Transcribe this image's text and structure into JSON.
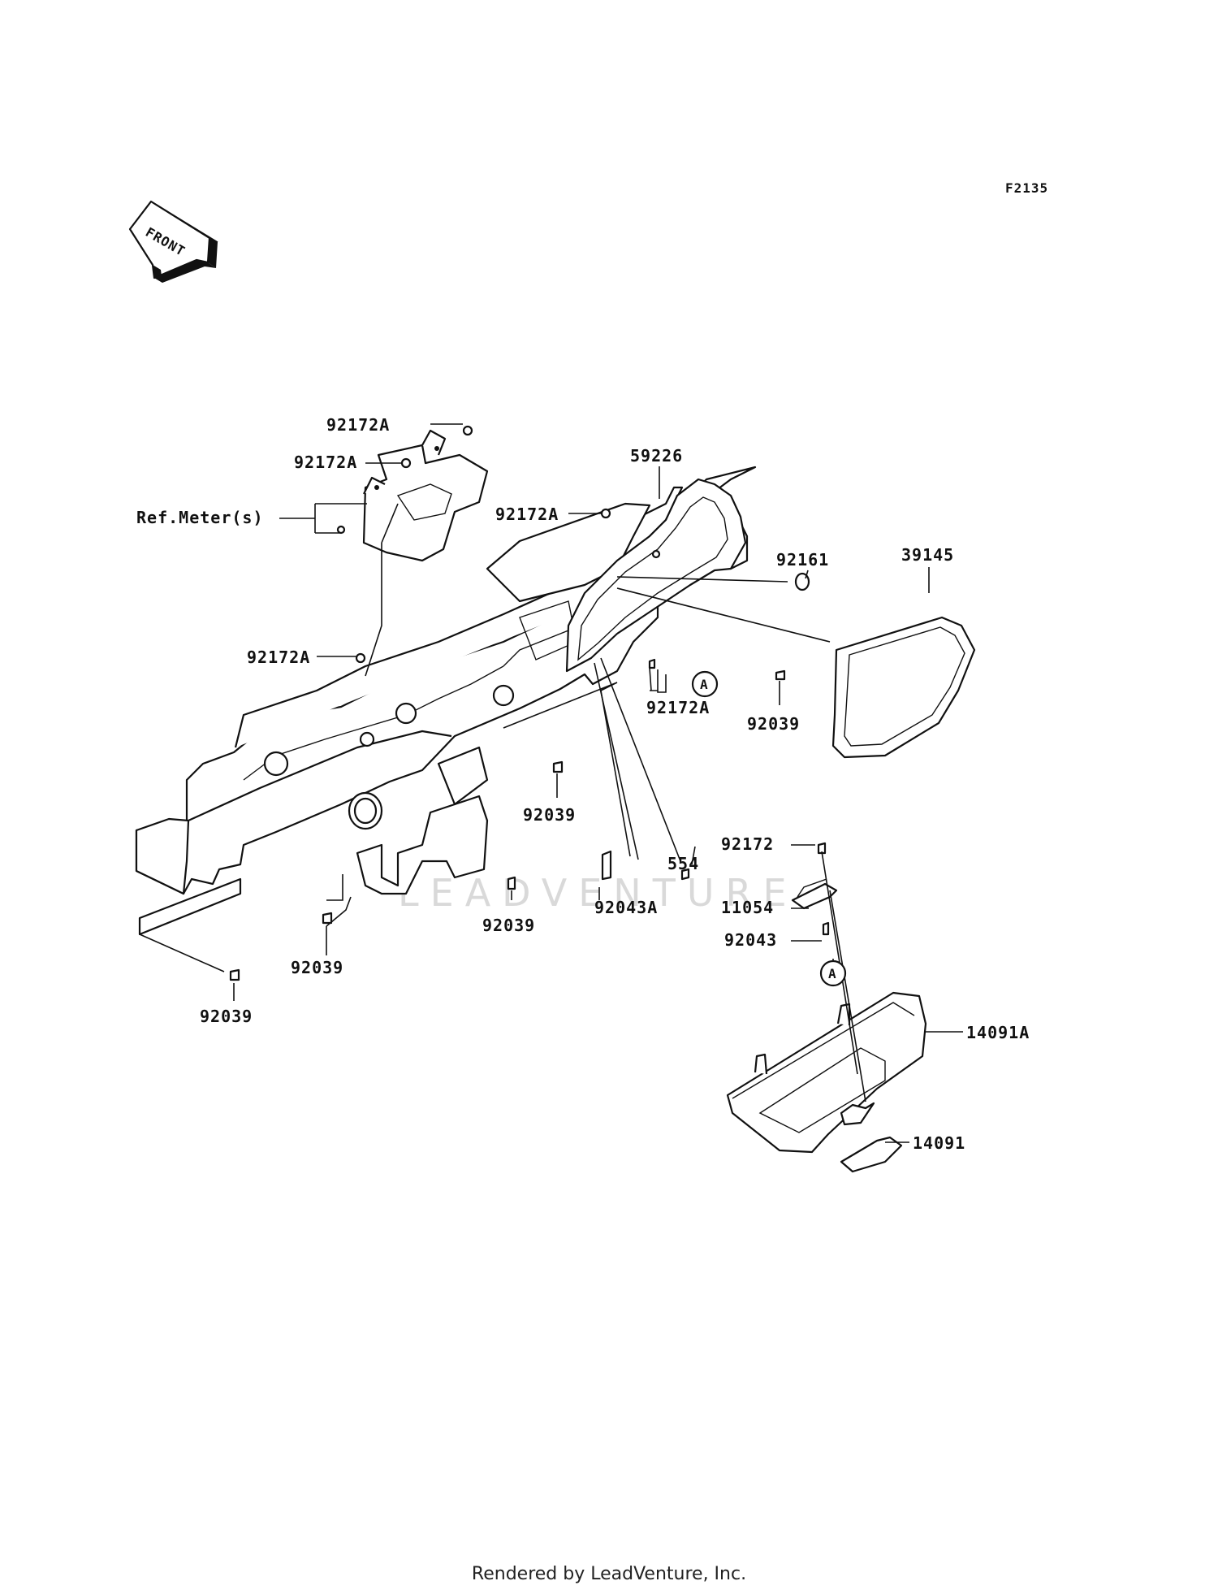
{
  "diagram": {
    "code": "F2135",
    "front_label": "FRONT",
    "watermark": "LEADVENTURE",
    "reference_label": "Ref.Meter(s)",
    "callouts": [
      {
        "id": "c1",
        "text": "92172A"
      },
      {
        "id": "c2",
        "text": "92172A"
      },
      {
        "id": "c3",
        "text": "92172A"
      },
      {
        "id": "c4",
        "text": "59226"
      },
      {
        "id": "c5",
        "text": "92161"
      },
      {
        "id": "c6",
        "text": "39145"
      },
      {
        "id": "c7",
        "text": "92172A"
      },
      {
        "id": "c8",
        "text": "92172A"
      },
      {
        "id": "c9",
        "text": "92039"
      },
      {
        "id": "c10",
        "text": "92039"
      },
      {
        "id": "c11",
        "text": "554"
      },
      {
        "id": "c12",
        "text": "92172"
      },
      {
        "id": "c13",
        "text": "11054"
      },
      {
        "id": "c14",
        "text": "92043"
      },
      {
        "id": "c15",
        "text": "92043A"
      },
      {
        "id": "c16",
        "text": "92039"
      },
      {
        "id": "c17",
        "text": "92039"
      },
      {
        "id": "c18",
        "text": "92039"
      },
      {
        "id": "c19",
        "text": "14091A"
      },
      {
        "id": "c20",
        "text": "14091"
      }
    ],
    "ref_marks": [
      {
        "id": "A1",
        "text": "A"
      },
      {
        "id": "A2",
        "text": "A"
      }
    ]
  },
  "footer": {
    "text": "Rendered by LeadVenture, Inc."
  }
}
